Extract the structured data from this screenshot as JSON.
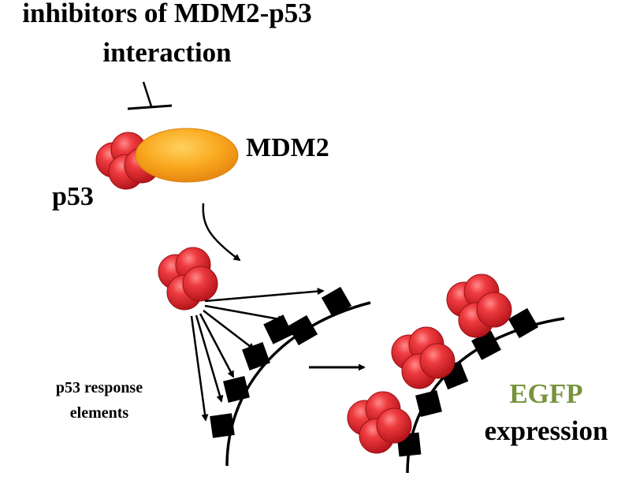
{
  "title_line1": "inhibitors of MDM2-p53",
  "title_line2": "interaction",
  "mdm2_label": "MDM2",
  "p53_label": "p53",
  "response_line1": "p53 response",
  "response_line2": "elements",
  "egfp_label": "EGFP",
  "expression_label": "expression",
  "colors": {
    "p53_red": "#e8262c",
    "mdm2_orange": "#f7a21b",
    "egfp_green": "#77933c",
    "element_black": "#000000"
  }
}
